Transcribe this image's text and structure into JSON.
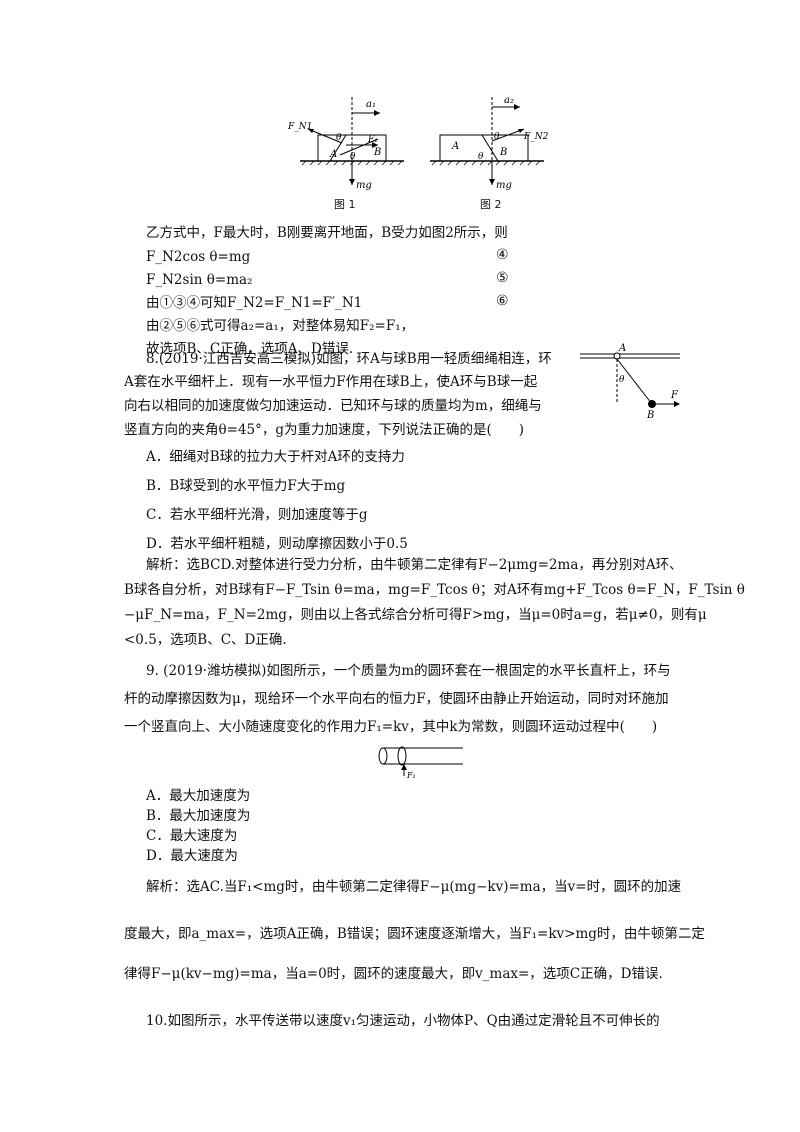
{
  "figures": {
    "fig1": {
      "caption": "图 1",
      "labels": {
        "a": "a₁",
        "fn": "F_N1",
        "theta1": "θ",
        "theta2": "θ",
        "f": "F₁",
        "A": "A",
        "B": "B",
        "mg": "mg"
      }
    },
    "fig2": {
      "caption": "图 2",
      "labels": {
        "a": "a₂",
        "fn": "F_N2",
        "theta1": "θ",
        "theta2": "θ",
        "A": "A",
        "B": "B",
        "mg": "mg"
      }
    },
    "fig8": {
      "labels": {
        "A": "A",
        "theta": "θ",
        "B": "B",
        "F": "F"
      }
    },
    "fig9": {
      "labels": {
        "F1": "F₁"
      }
    }
  },
  "text": {
    "l1": "乙方式中，F最大时，B刚要离开地面，B受力如图2所示，则",
    "eq4": "F_N2cos θ=mg",
    "n4": "④",
    "eq5": "F_N2sin θ=ma₂",
    "n5": "⑤",
    "eq6": "由①③④可知F_N2=F_N1=F′_N1",
    "n6": "⑥",
    "l5": "由②⑤⑥式可得a₂=a₁，对整体易知F₂=F₁，",
    "l6": "故选项B、C正确，选项A、D错误.",
    "q8_1": "8.(2019·江西吉安高三模拟)如图，环A与球B用一轻质细绳相连，环",
    "q8_2": "A套在水平细杆上．现有一水平恒力F作用在球B上，使A环与B球一起",
    "q8_3": "向右以相同的加速度做匀加速运动．已知环与球的质量均为m，细绳与",
    "q8_4": "竖直方向的夹角θ=45°，g为重力加速度，下列说法正确的是(　　)",
    "q8_A": "A．细绳对B球的拉力大于杆对A环的支持力",
    "q8_B": "B．B球受到的水平恒力F大于mg",
    "q8_C": "C．若水平细杆光滑，则加速度等于g",
    "q8_D": "D．若水平细杆粗糙，则动摩擦因数小于0.5",
    "a8_1": "解析：选BCD.对整体进行受力分析，由牛顿第二定律有F−2μmg=2ma，再分别对A环、",
    "a8_2": "B球各自分析，对B球有F−F_Tsin θ=ma，mg=F_Tcos θ；对A环有mg+F_Tcos θ=F_N，F_Tsin θ",
    "a8_3": "−μF_N=ma，F_N=2mg，则由以上各式综合分析可得F>mg，当μ=0时a=g，若μ≠0，则有μ",
    "a8_4": "<0.5，选项B、C、D正确.",
    "q9_1": "9. (2019·潍坊模拟)如图所示，一个质量为m的圆环套在一根固定的水平长直杆上，环与",
    "q9_2": "杆的动摩擦因数为μ，现给环一个水平向右的恒力F，使圆环由静止开始运动，同时对环施加",
    "q9_3": "一个竖直向上、大小随速度变化的作用力F₁=kv，其中k为常数，则圆环运动过程中(　　)",
    "q9_A": "A．最大加速度为",
    "q9_B": "B．最大加速度为",
    "q9_C": "C．最大速度为",
    "q9_D": "D．最大速度为",
    "a9_1": "解析：选AC.当F₁<mg时，由牛顿第二定律得F−μ(mg−kv)=ma，当v=时，圆环的加速",
    "a9_2": "度最大，即a_max=，选项A正确，B错误；圆环速度逐渐增大，当F₁=kv>mg时，由牛顿第二定",
    "a9_3": "律得F−μ(kv−mg)=ma，当a=0时，圆环的速度最大，即v_max=，选项C正确，D错误.",
    "q10_1": "10.如图所示，水平传送带以速度v₁匀速运动，小物体P、Q由通过定滑轮且不可伸长的"
  }
}
